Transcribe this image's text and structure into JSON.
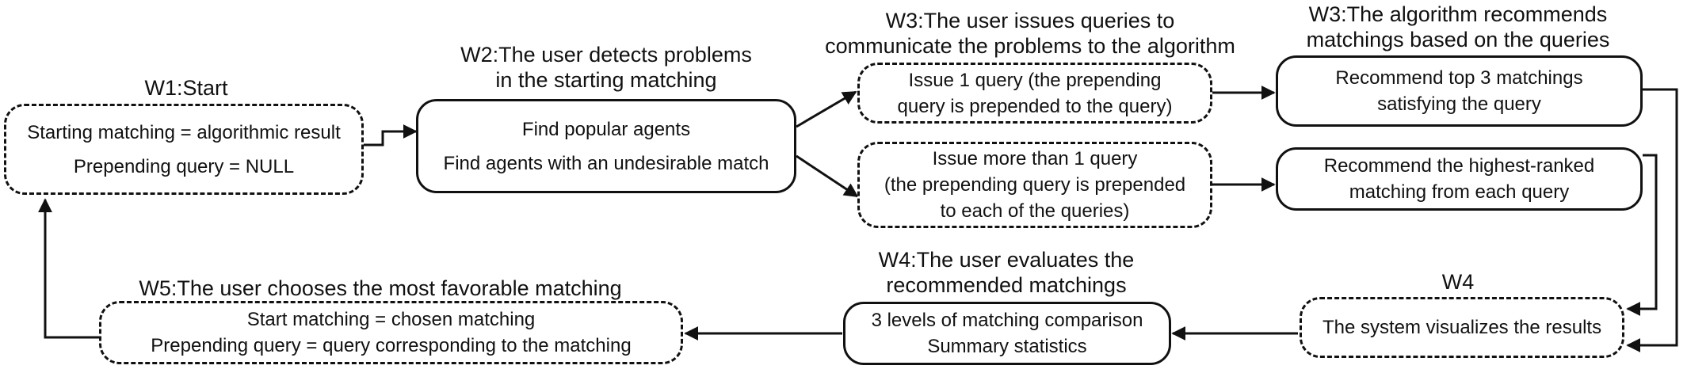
{
  "w1": {
    "title": "W1:Start",
    "lines": [
      "Starting matching = algorithmic result",
      "Prepending query = NULL"
    ]
  },
  "w2": {
    "title_lines": [
      "W2:The user detects problems",
      "in the starting matching"
    ],
    "lines": [
      "Find popular agents",
      "Find agents with an undesirable match"
    ]
  },
  "w3_query": {
    "title_lines": [
      "W3:The user issues queries to",
      "communicate the problems to the algorithm"
    ],
    "one": [
      "Issue 1 query (the prepending",
      "query is prepended to the query)"
    ],
    "many": [
      "Issue more than 1 query",
      "(the prepending query is prepended",
      "to each of the queries)"
    ]
  },
  "w3_rec": {
    "title_lines": [
      "W3:The algorithm recommends",
      "matchings based on the queries"
    ],
    "top3": [
      "Recommend top 3 matchings",
      "satisfying the query"
    ],
    "highest": [
      "Recommend the highest-ranked",
      "matching from each query"
    ]
  },
  "w4_vis": {
    "title": "W4",
    "line": "The system visualizes the results"
  },
  "w4_eval": {
    "title_lines": [
      "W4:The user evaluates the",
      "recommended matchings"
    ],
    "lines": [
      "3 levels of matching comparison",
      "Summary statistics"
    ]
  },
  "w5": {
    "title": "W5:The user chooses the most favorable matching",
    "lines": [
      "Start matching = chosen matching",
      "Prepending query = query corresponding to the matching"
    ]
  }
}
